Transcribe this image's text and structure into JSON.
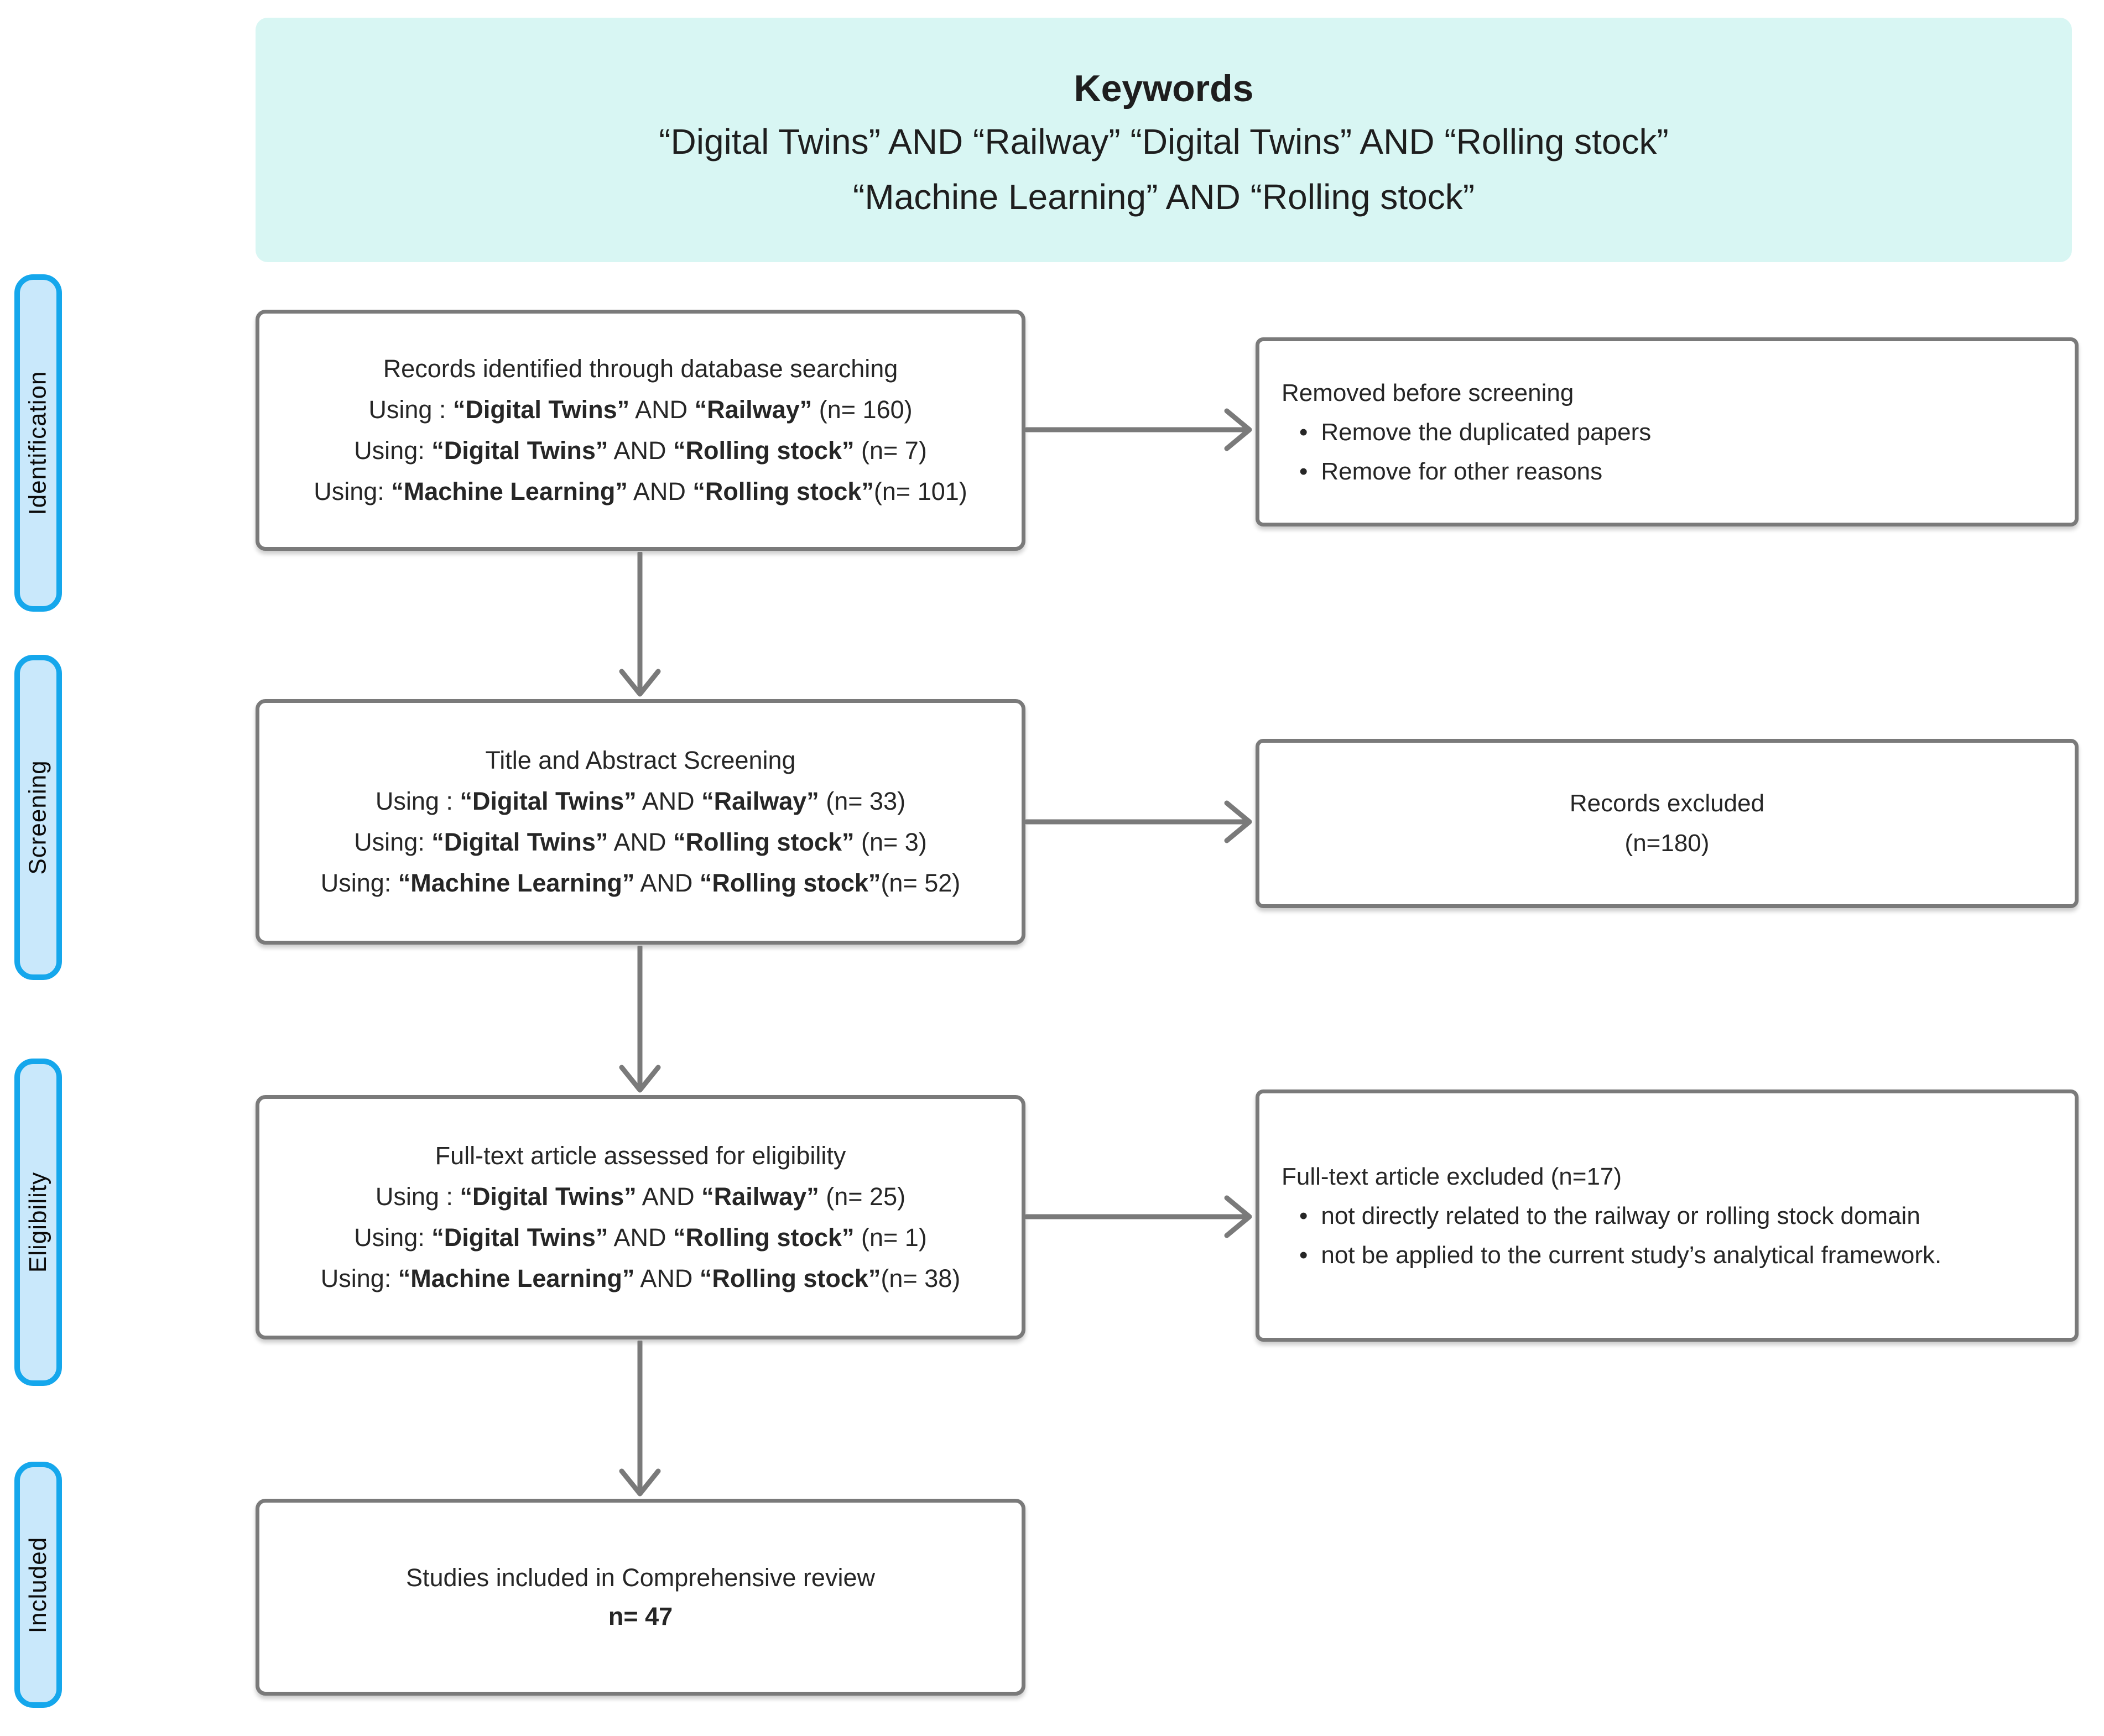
{
  "keywords": {
    "title": "Keywords",
    "line1": "“Digital Twins” AND “Railway” “Digital Twins” AND “Rolling stock”",
    "line2": "“Machine Learning” AND “Rolling stock”"
  },
  "stages": [
    {
      "label": "Identification"
    },
    {
      "label": "Screening"
    },
    {
      "label": "Eligibility"
    },
    {
      "label": "Included"
    }
  ],
  "flow_boxes": [
    {
      "lines": [
        [
          {
            "t": "Records identified through database searching"
          }
        ],
        [
          {
            "t": "Using : "
          },
          {
            "t": "“Digital Twins”",
            "b": true
          },
          {
            "t": " AND "
          },
          {
            "t": "“Railway”",
            "b": true
          },
          {
            "t": "  (n= 160)"
          }
        ],
        [
          {
            "t": "Using: "
          },
          {
            "t": "“Digital Twins”",
            "b": true
          },
          {
            "t": " AND "
          },
          {
            "t": "“Rolling stock”",
            "b": true
          },
          {
            "t": " (n= 7)"
          }
        ],
        [
          {
            "t": "Using: "
          },
          {
            "t": "“Machine Learning”",
            "b": true
          },
          {
            "t": " AND "
          },
          {
            "t": "“Rolling stock”",
            "b": true
          },
          {
            "t": "(n= 101)"
          }
        ]
      ]
    },
    {
      "lines": [
        [
          {
            "t": "Title and Abstract Screening"
          }
        ],
        [
          {
            "t": "Using : "
          },
          {
            "t": "“Digital Twins”",
            "b": true
          },
          {
            "t": " AND "
          },
          {
            "t": "“Railway”",
            "b": true
          },
          {
            "t": "  (n= 33)"
          }
        ],
        [
          {
            "t": "Using: "
          },
          {
            "t": "“Digital Twins”",
            "b": true
          },
          {
            "t": " AND "
          },
          {
            "t": "“Rolling stock”",
            "b": true
          },
          {
            "t": " (n= 3)"
          }
        ],
        [
          {
            "t": "Using: "
          },
          {
            "t": "“Machine Learning”",
            "b": true
          },
          {
            "t": " AND "
          },
          {
            "t": "“Rolling stock”",
            "b": true
          },
          {
            "t": "(n= 52)"
          }
        ]
      ]
    },
    {
      "lines": [
        [
          {
            "t": "Full-text article assessed for eligibility"
          }
        ],
        [
          {
            "t": "Using : "
          },
          {
            "t": "“Digital Twins”",
            "b": true
          },
          {
            "t": " AND "
          },
          {
            "t": "“Railway”",
            "b": true
          },
          {
            "t": "  (n= 25)"
          }
        ],
        [
          {
            "t": "Using: "
          },
          {
            "t": "“Digital Twins”",
            "b": true
          },
          {
            "t": " AND "
          },
          {
            "t": "“Rolling stock”",
            "b": true
          },
          {
            "t": " (n= 1)"
          }
        ],
        [
          {
            "t": "Using: "
          },
          {
            "t": "“Machine Learning”",
            "b": true
          },
          {
            "t": " AND "
          },
          {
            "t": "“Rolling stock”",
            "b": true
          },
          {
            "t": "(n= 38)"
          }
        ]
      ]
    },
    {
      "lines": [
        [
          {
            "t": "Studies included in Comprehensive review"
          }
        ],
        [
          {
            "t": "n= 47",
            "b": true
          }
        ]
      ]
    }
  ],
  "side_boxes": [
    {
      "title": "Removed before screening",
      "bullets": [
        "Remove the duplicated papers",
        "Remove for other reasons"
      ]
    },
    {
      "lines": [
        "Records excluded",
        "(n=180)"
      ]
    },
    {
      "title": "Full-text article excluded (n=17)",
      "bullets": [
        "not directly related to the railway or rolling stock domain",
        "not be applied to the current study’s analytical framework."
      ]
    }
  ],
  "bullet_glyph": "•",
  "colors": {
    "header_bg": "#d8f6f3",
    "pill_border": "#15a7ec",
    "pill_fill": "#c9e8fb",
    "box_border": "#7a7a7a",
    "arrow": "#7a7a7a",
    "text": "#262626"
  }
}
